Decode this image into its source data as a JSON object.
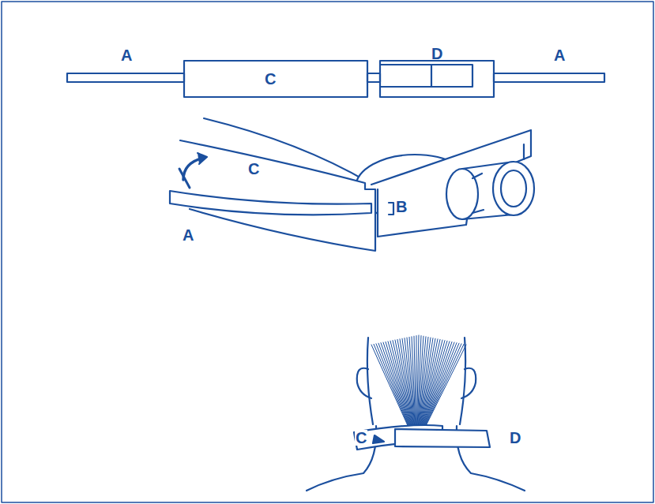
{
  "diagram": {
    "labels": [
      "A",
      "C",
      "D",
      "A",
      "C",
      "B",
      "A",
      "C",
      "D"
    ]
  }
}
